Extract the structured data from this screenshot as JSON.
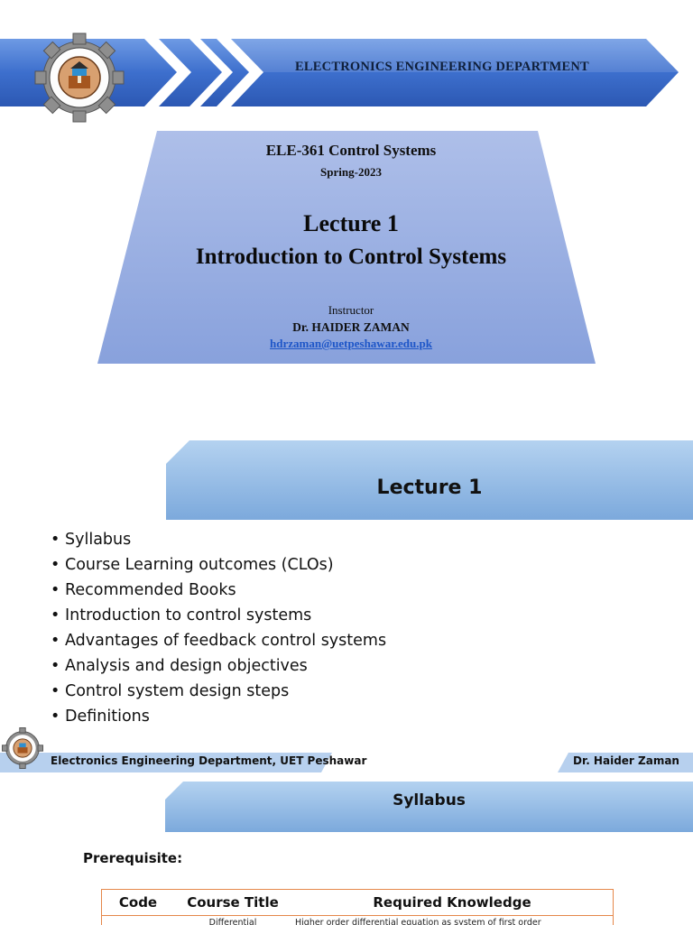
{
  "slide1": {
    "department_title": "ELECTRONICS ENGINEERING DEPARTMENT",
    "course": "ELE-361 Control Systems",
    "term": "Spring-2023",
    "lecture_label": "Lecture 1",
    "lecture_title": "Introduction to Control Systems",
    "instructor_label": "Instructor",
    "instructor_name": "Dr. HAIDER ZAMAN",
    "instructor_email": "hdrzaman@uetpeshawar.edu.pk"
  },
  "slide2": {
    "banner_title": "Lecture 1",
    "bullets": [
      "Syllabus",
      "Course Learning outcomes (CLOs)",
      "Recommended Books",
      "Introduction to control systems",
      "Advantages of feedback control systems",
      "Analysis and design objectives",
      "Control system design steps",
      "Definitions"
    ],
    "footer_left": "Electronics Engineering Department, UET Peshawar",
    "footer_right": "Dr. Haider Zaman"
  },
  "slide3": {
    "banner_title": "Syllabus",
    "prerequisite_label": "Prerequisite:",
    "table": {
      "headers": [
        "Code",
        "Course Title",
        "Required Knowledge"
      ],
      "rows": [
        [
          "",
          "Differential",
          "Higher order differential equation as system of first order"
        ]
      ]
    }
  },
  "colors": {
    "header_blue": "#3464c4",
    "header_light": "#5b8ee0",
    "trapezoid_top": "#a9bde8",
    "trapezoid_bottom": "#8aa3dc",
    "banner_light": "#aecdee",
    "banner_dark": "#7aa9dc",
    "footer_blue": "#b7d0ee",
    "table_border": "#e5874a",
    "link_blue": "#1e56c8"
  },
  "icons": {
    "university_logo": "gear-seal-logo"
  }
}
